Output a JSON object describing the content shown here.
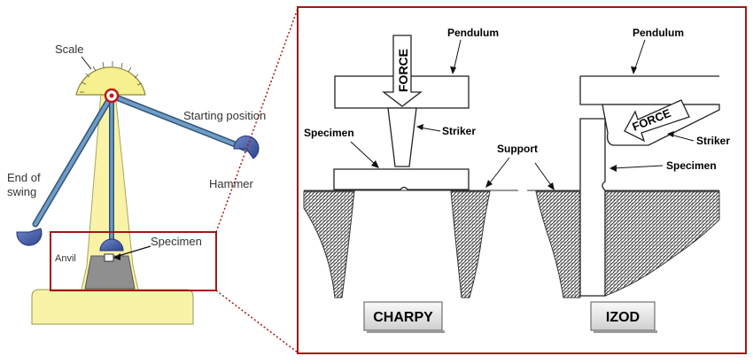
{
  "machine": {
    "scale": "Scale",
    "starting_position": "Starting position",
    "hammer": "Hammer",
    "end_of_swing_line1": "End of",
    "end_of_swing_line2": "swing",
    "specimen": "Specimen",
    "anvil": "Anvil"
  },
  "charpy": {
    "pendulum": "Pendulum",
    "force": "FORCE",
    "striker": "Striker",
    "specimen": "Specimen",
    "support": "Support",
    "title": "CHARPY"
  },
  "izod": {
    "pendulum": "Pendulum",
    "force": "FORCE",
    "striker": "Striker",
    "specimen": "Specimen",
    "title": "IZOD"
  },
  "colors": {
    "frame_red": "#a01818",
    "tower_yellow": "#f9f3a8",
    "arm_blue": "#4f7fa8",
    "hammer_blue": "#3d56a0",
    "anvil_gray": "#8f8f8f"
  }
}
